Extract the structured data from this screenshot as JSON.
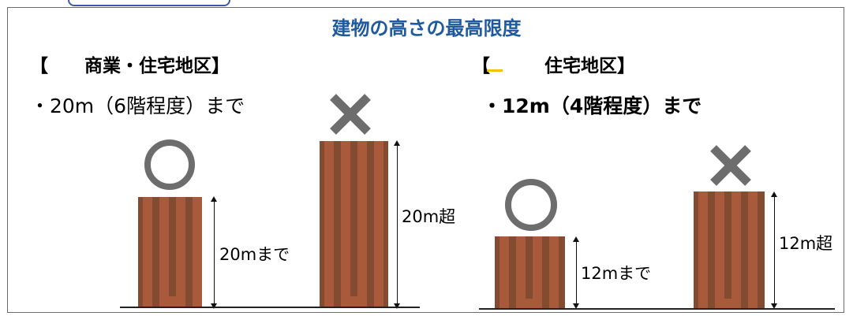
{
  "title": "建物の高さの最高限度",
  "left": {
    "heading": "【　　商業・住宅地区】",
    "limit": "・20m（6階程度）まで",
    "allowed_label": "20mまで",
    "exceed_label": "20m超"
  },
  "right": {
    "heading": "【　　　住宅地区】",
    "limit": "・12m（4階程度）まで",
    "allowed_label": "12mまで",
    "exceed_label": "12m超"
  },
  "colors": {
    "title": "#1f5aa0",
    "building": "#834c30",
    "window": "#a85a3a",
    "mark": "#6d6d6d"
  }
}
